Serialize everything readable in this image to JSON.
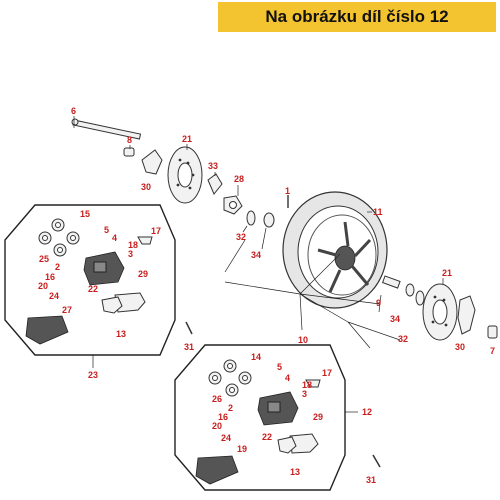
{
  "banner": {
    "text": "Na obrázku díl číslo 12"
  },
  "colors": {
    "banner_bg": "#f4c430",
    "label": "#c81e1e",
    "line": "#222222"
  },
  "callouts": {
    "c1": "1",
    "c2a": "2",
    "c2b": "2",
    "c3a": "3",
    "c3b": "3",
    "c4a": "4",
    "c4b": "4",
    "c5a": "5",
    "c5b": "5",
    "c6": "6",
    "c7": "7",
    "c8": "8",
    "c9": "9",
    "c10": "10",
    "c11": "11",
    "c12": "12",
    "c13a": "13",
    "c13b": "13",
    "c14": "14",
    "c15": "15",
    "c16a": "16",
    "c16b": "16",
    "c17a": "17",
    "c17b": "17",
    "c18a": "18",
    "c18b": "18",
    "c19": "19",
    "c20a": "20",
    "c20b": "20",
    "c21a": "21",
    "c21b": "21",
    "c22a": "22",
    "c22b": "22",
    "c23": "23",
    "c24a": "24",
    "c24b": "24",
    "c25": "25",
    "c26": "26",
    "c27": "27",
    "c28": "28",
    "c29a": "29",
    "c29b": "29",
    "c30a": "30",
    "c30b": "30",
    "c31a": "31",
    "c31b": "31",
    "c32a": "32",
    "c32b": "32",
    "c33": "33",
    "c34a": "34",
    "c34b": "34"
  }
}
